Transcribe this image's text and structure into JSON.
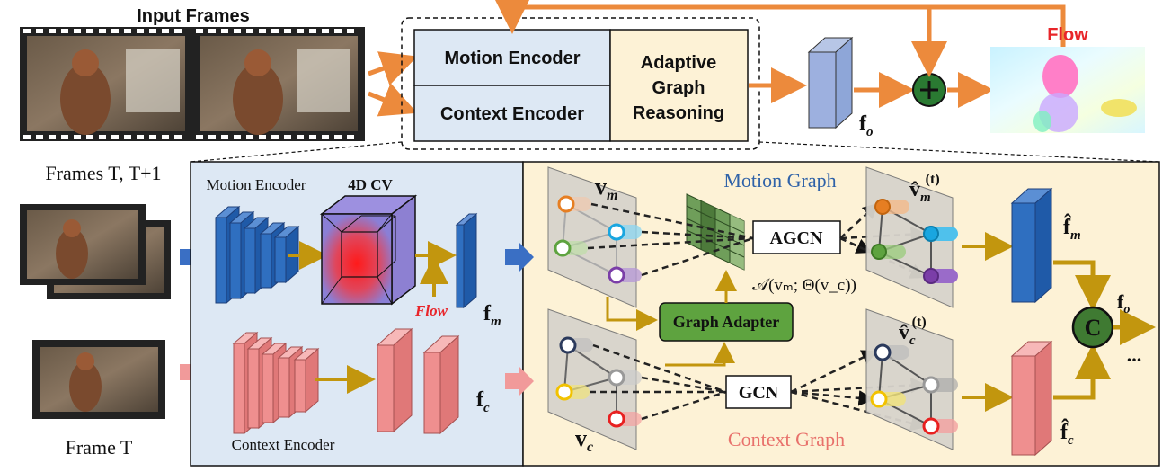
{
  "top": {
    "input_frames_label": "Input Frames",
    "motion_encoder_label": "Motion Encoder",
    "context_encoder_label": "Context Encoder",
    "agr_line1": "Adaptive",
    "agr_line2": "Graph",
    "agr_line3": "Reasoning",
    "fo_label": "f",
    "fo_sub": "o",
    "flow_label": "Flow"
  },
  "left": {
    "frames_pair_label": "Frames T, T+1",
    "frame_single_label": "Frame T"
  },
  "encoder_panel": {
    "motion_encoder_label": "Motion Encoder",
    "cv_label": "4D CV",
    "flow_label": "Flow",
    "fm_label": "f",
    "fm_sub": "m",
    "context_encoder_label": "Context Encoder",
    "fc_label": "f",
    "fc_sub": "c"
  },
  "graph_panel": {
    "motion_graph_label": "Motion Graph",
    "context_graph_label": "Context Graph",
    "vm_label": "v",
    "vm_sub": "m",
    "vc_label": "v",
    "vc_sub": "c",
    "vm_hat_label": "v̂",
    "vm_hat_sub": "m",
    "vm_hat_sup": "(t)",
    "vc_hat_label": "v̂",
    "vc_hat_sub": "c",
    "vc_hat_sup": "(t)",
    "agcn_label": "AGCN",
    "gcn_label": "GCN",
    "graph_adapter_label": "Graph Adapter",
    "adapter_formula": "𝒜(vₘ; Θ(v_c))",
    "fm_hat_label": "f̂",
    "fm_hat_sub": "m",
    "fc_hat_label": "f̂",
    "fc_hat_sub": "c",
    "concat_label": "C",
    "fo_label": "f",
    "fo_sub": "o",
    "ellipsis": "..."
  },
  "colors": {
    "arrow_orange": "#ec8a3c",
    "arrow_gold": "#c2960e",
    "motion_blue": "#2f6fc0",
    "context_pink": "#ef8f8f",
    "panel_blue": "#dde8f4",
    "panel_yellow": "#fdf2d6",
    "adapter_green": "#5ea33f",
    "plus_green": "#2a7a32"
  }
}
